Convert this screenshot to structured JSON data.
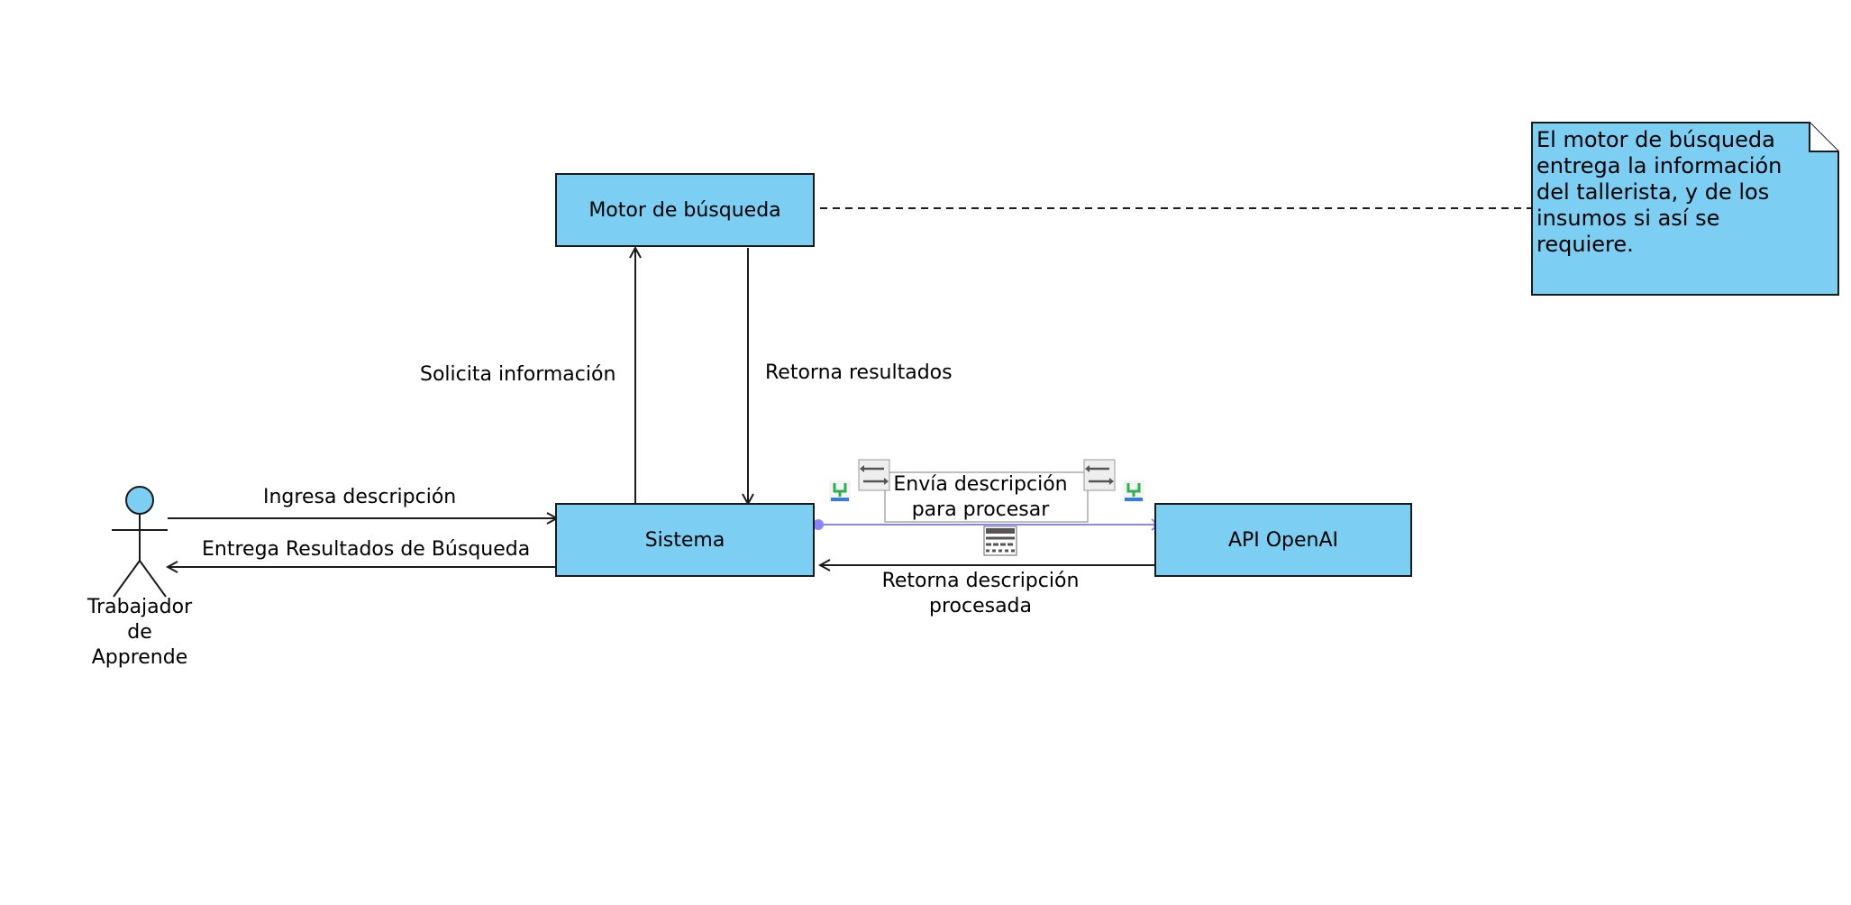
{
  "diagram": {
    "actor": {
      "label": "Trabajador\nde\nApprende"
    },
    "nodes": {
      "motor": {
        "label": "Motor de búsqueda"
      },
      "sistema": {
        "label": "Sistema"
      },
      "api": {
        "label": "API OpenAI"
      }
    },
    "note": {
      "text": "El motor de búsqueda\nentrega la información\ndel tallerista, y de los\ninsumos si así se\nrequiere."
    },
    "edges": {
      "ingresa": "Ingresa descripción",
      "entrega": "Entrega Resultados de Búsqueda",
      "solicita": "Solicita información",
      "retorna_resultados": "Retorna resultados",
      "envia": "Envía descripción\npara procesar",
      "retorna_procesada": "Retorna descripción\nprocesada"
    },
    "icons": [
      "interface-stub-icon",
      "swap-arrows-icon",
      "swap-arrows-icon",
      "interface-stub-icon",
      "table-grid-icon"
    ],
    "colors": {
      "node_fill": "#7ccef3",
      "stroke": "#1b1b1b",
      "selected_connector": "#8a85ff"
    }
  }
}
